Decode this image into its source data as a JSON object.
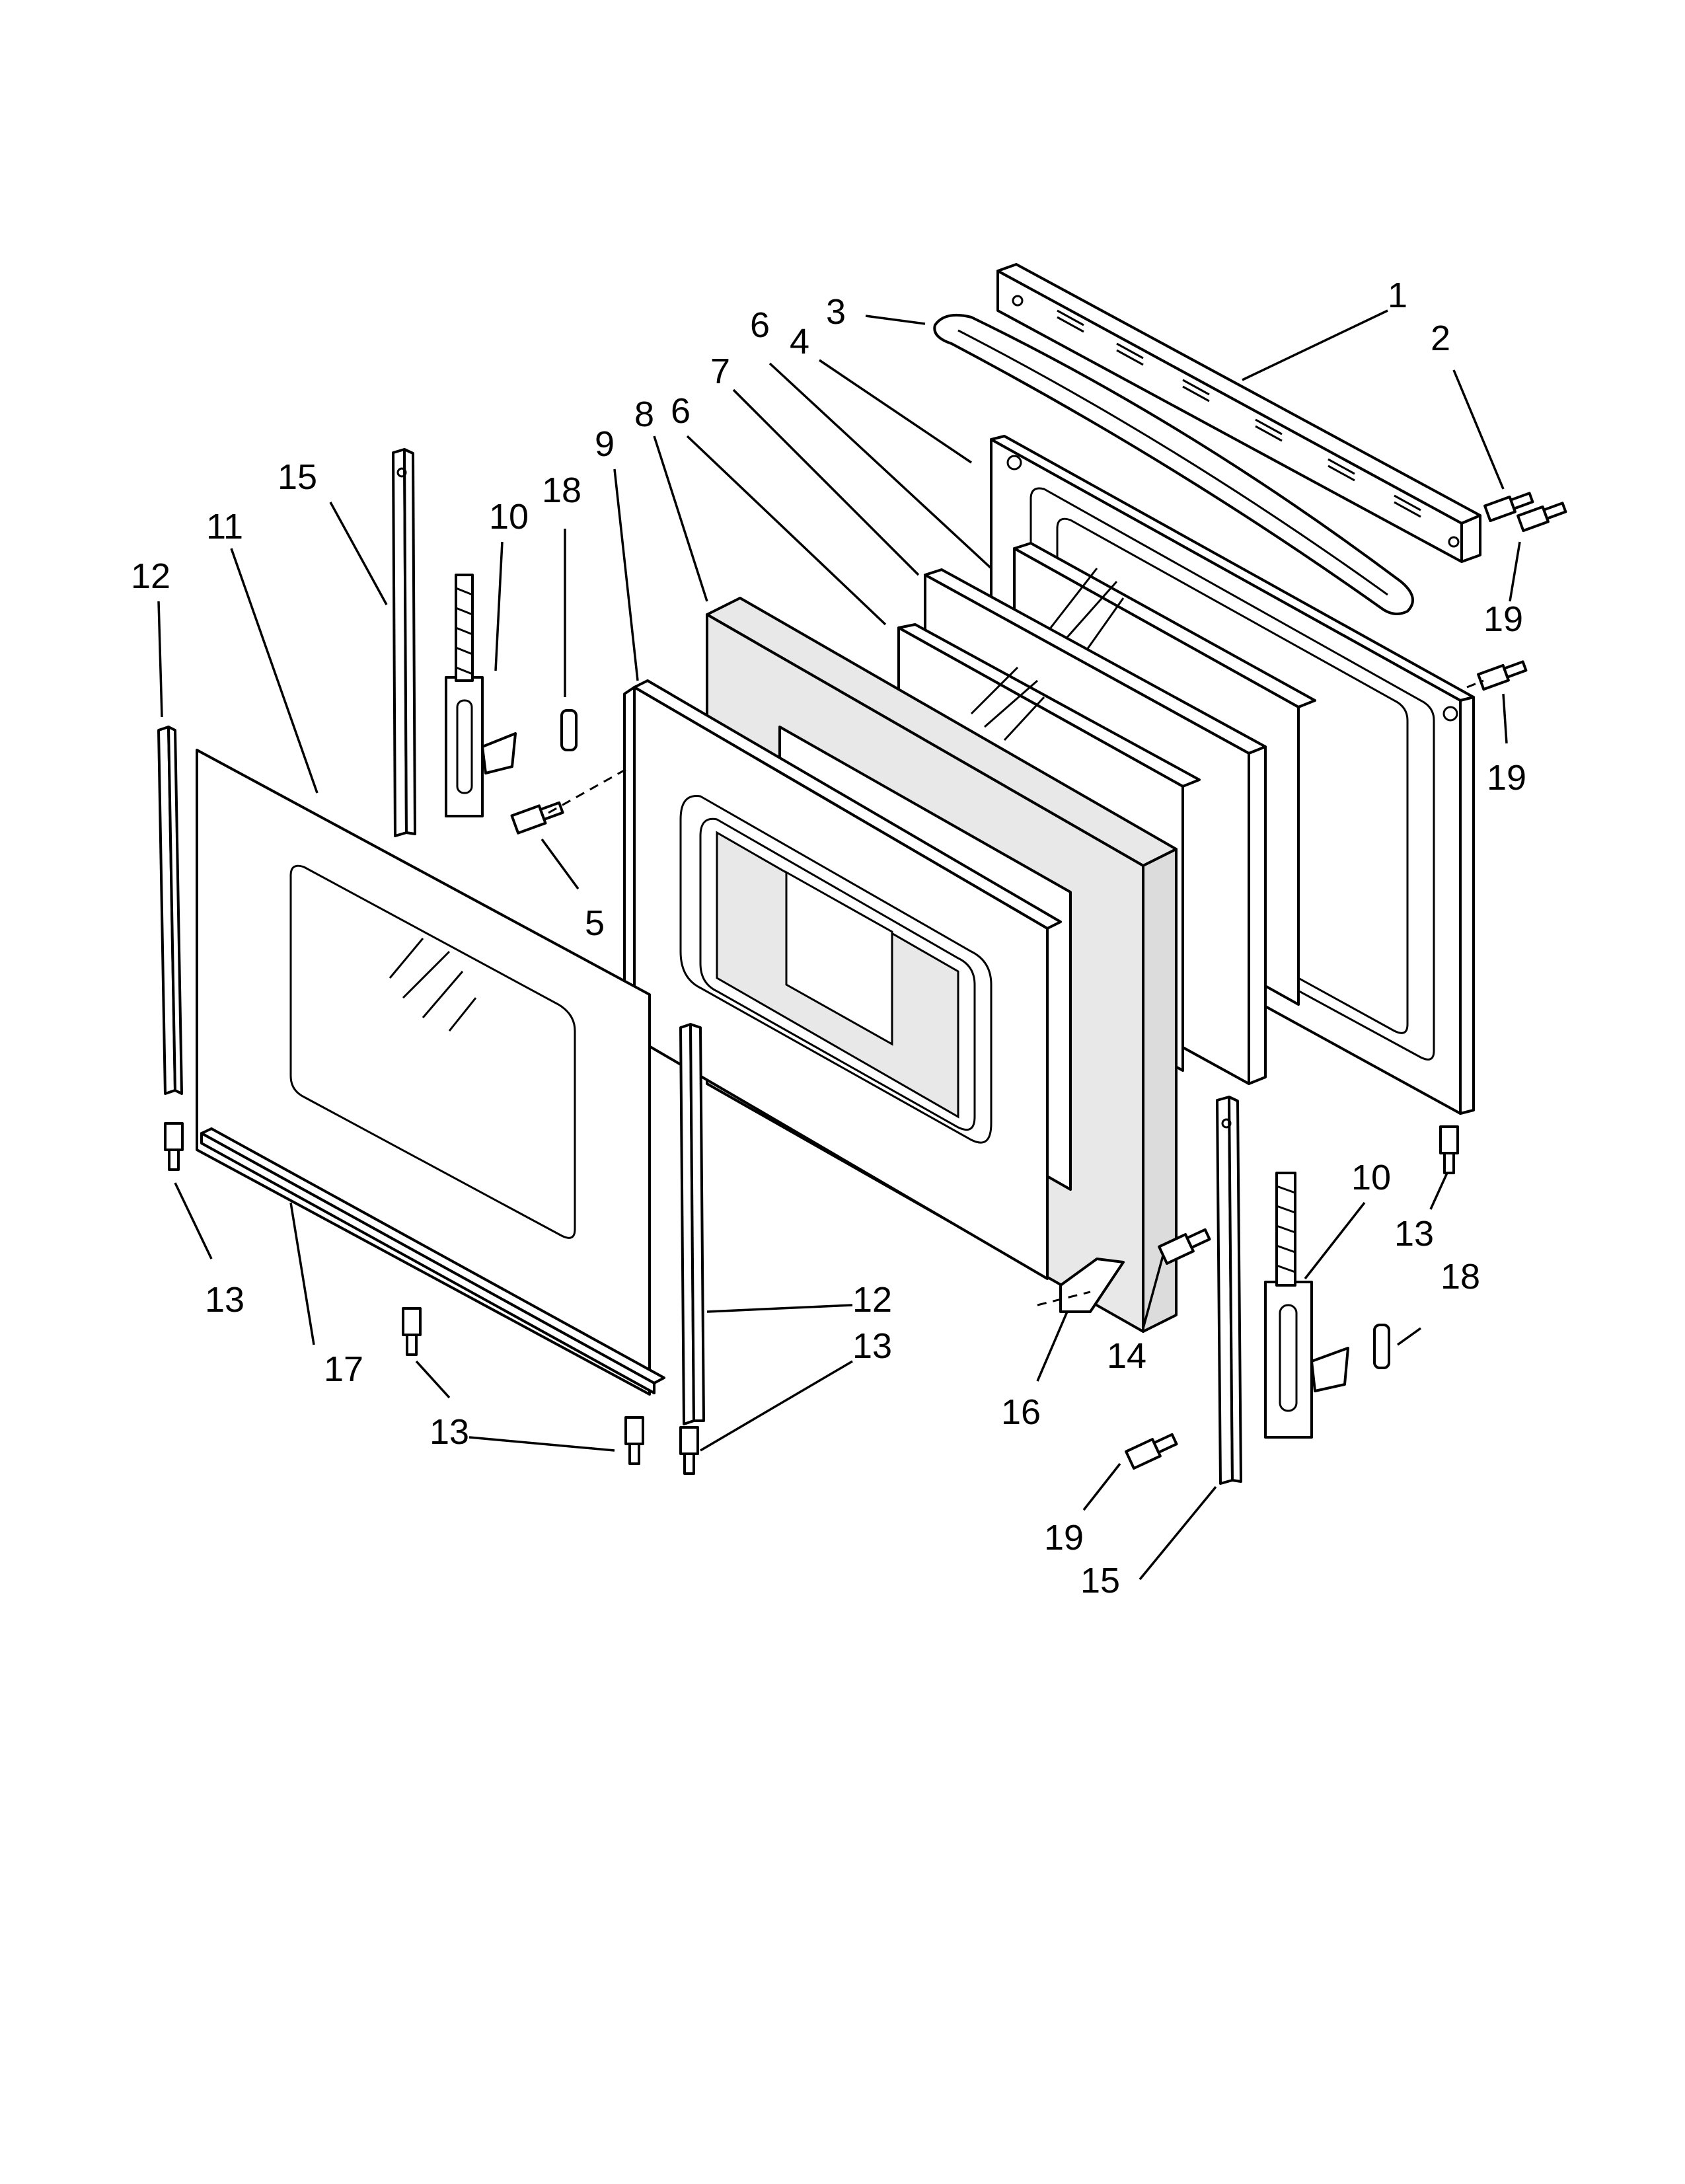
{
  "diagram": {
    "callouts": [
      {
        "id": "c1",
        "label": "1"
      },
      {
        "id": "c2",
        "label": "2"
      },
      {
        "id": "c3",
        "label": "3"
      },
      {
        "id": "c4",
        "label": "4"
      },
      {
        "id": "c5",
        "label": "5"
      },
      {
        "id": "c6a",
        "label": "6"
      },
      {
        "id": "c6b",
        "label": "6"
      },
      {
        "id": "c7",
        "label": "7"
      },
      {
        "id": "c8",
        "label": "8"
      },
      {
        "id": "c9",
        "label": "9"
      },
      {
        "id": "c10a",
        "label": "10"
      },
      {
        "id": "c10b",
        "label": "10"
      },
      {
        "id": "c11",
        "label": "11"
      },
      {
        "id": "c12a",
        "label": "12"
      },
      {
        "id": "c12b",
        "label": "12"
      },
      {
        "id": "c13a",
        "label": "13"
      },
      {
        "id": "c13b",
        "label": "13"
      },
      {
        "id": "c13c",
        "label": "13"
      },
      {
        "id": "c13d",
        "label": "13"
      },
      {
        "id": "c14",
        "label": "14"
      },
      {
        "id": "c15a",
        "label": "15"
      },
      {
        "id": "c15b",
        "label": "15"
      },
      {
        "id": "c16",
        "label": "16"
      },
      {
        "id": "c17",
        "label": "17"
      },
      {
        "id": "c18a",
        "label": "18"
      },
      {
        "id": "c18b",
        "label": "18"
      },
      {
        "id": "c19a",
        "label": "19"
      },
      {
        "id": "c19b",
        "label": "19"
      },
      {
        "id": "c19c",
        "label": "19"
      }
    ]
  }
}
